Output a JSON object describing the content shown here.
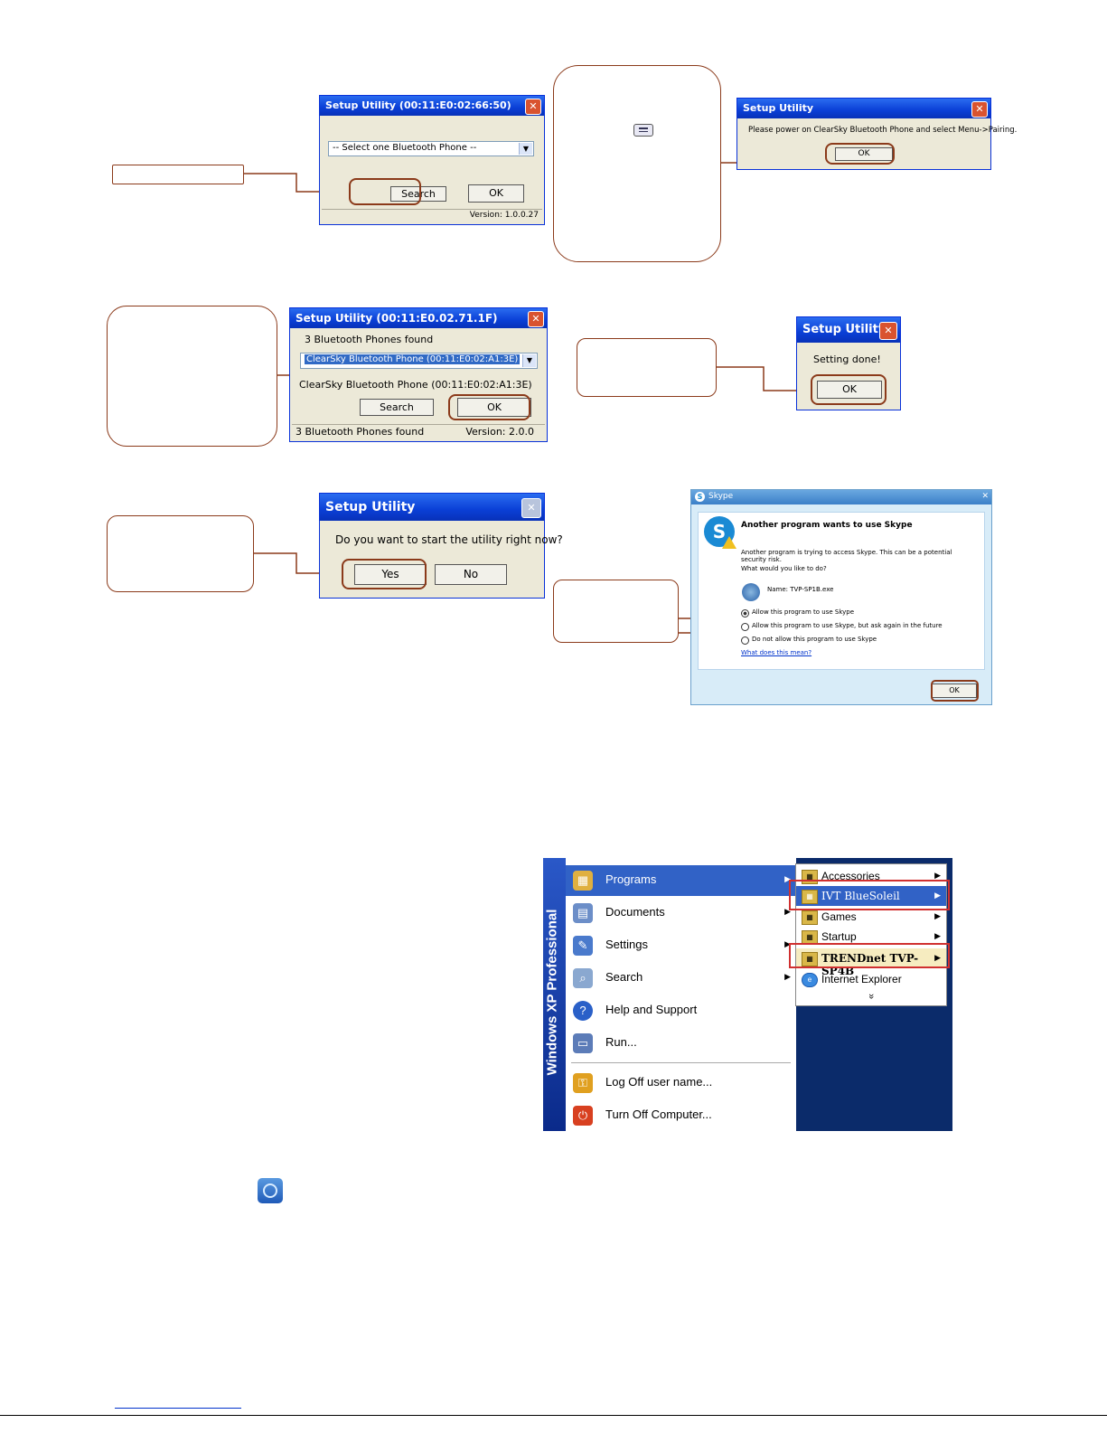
{
  "dialog1": {
    "title": "Setup Utility (00:11:E0:02:66:50)",
    "combo": "-- Select one Bluetooth Phone --",
    "search": "Search",
    "ok": "OK",
    "version": "Version: 1.0.0.27"
  },
  "dialog2": {
    "title": "Setup Utility",
    "message": "Please power on ClearSky Bluetooth Phone and select Menu->Pairing.",
    "ok": "OK"
  },
  "dialog3": {
    "title": "Setup Utility (00:11:E0.02.71.1F)",
    "found": "3 Bluetooth Phones found",
    "combo": "ClearSky Bluetooth Phone (00:11:E0:02:A1:3E)",
    "selected": "ClearSky Bluetooth Phone (00:11:E0:02:A1:3E)",
    "search": "Search",
    "ok": "OK",
    "status": "3 Bluetooth Phones found",
    "version": "Version: 2.0.0"
  },
  "dialog4": {
    "title": "Setup Utility",
    "message": "Setting done!",
    "ok": "OK"
  },
  "dialog5": {
    "title": "Setup Utility",
    "message": "Do you want to start the utility right now?",
    "yes": "Yes",
    "no": "No"
  },
  "skype": {
    "title": "Skype",
    "heading": "Another program wants to use Skype",
    "body": "Another program is trying to access Skype. This can be a potential security risk.",
    "question": "What would you like to do?",
    "name": "Name: TVP-SP1B.exe",
    "opt1": "Allow this program to use Skype",
    "opt2": "Allow this program to use Skype, but ask again in the future",
    "opt3": "Do not allow this program to use Skype",
    "link": "What does this mean?",
    "ok": "OK"
  },
  "startmenu": {
    "banner": "Windows XP Professional",
    "items": [
      "Programs",
      "Documents",
      "Settings",
      "Search",
      "Help and Support",
      "Run...",
      "Log Off user name...",
      "Turn Off Computer..."
    ],
    "sub": [
      "Accessories",
      "IVT BlueSoleil",
      "Games",
      "Startup",
      "TRENDnet TVP-SP4B",
      "Internet Explorer"
    ],
    "more": "»"
  },
  "colors": {
    "callout": "#8B3A1A",
    "xp_blue": "#0831D9",
    "highlight_red": "#d03030"
  }
}
